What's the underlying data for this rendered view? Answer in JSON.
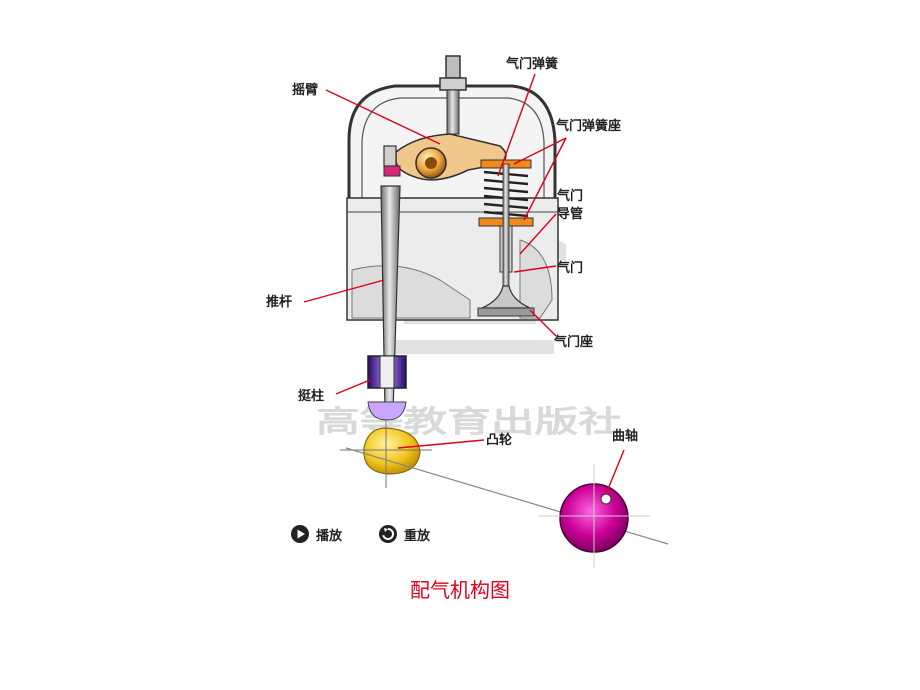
{
  "labels": {
    "rocker_arm": "摇臂",
    "valve_spring": "气门弹簧",
    "valve_spring_seat": "气门弹簧座",
    "valve_guide_line1": "气门",
    "valve_guide_line2": "导管",
    "valve": "气门",
    "valve_seat": "气门座",
    "push_rod": "推杆",
    "tappet": "挺柱",
    "cam": "凸轮",
    "crankshaft": "曲轴"
  },
  "watermark": "高等教育出版社",
  "controls": {
    "play_label": "播放",
    "replay_label": "重放"
  },
  "caption": "配气机构图",
  "colors": {
    "leader": "#e0001b",
    "cam": "#f2c51c",
    "crank": "#cc0099",
    "rocker": "#f1c88c",
    "spring_seat": "#f08a1a",
    "tappet": "#7a3fd0",
    "caption": "#e0001b"
  }
}
